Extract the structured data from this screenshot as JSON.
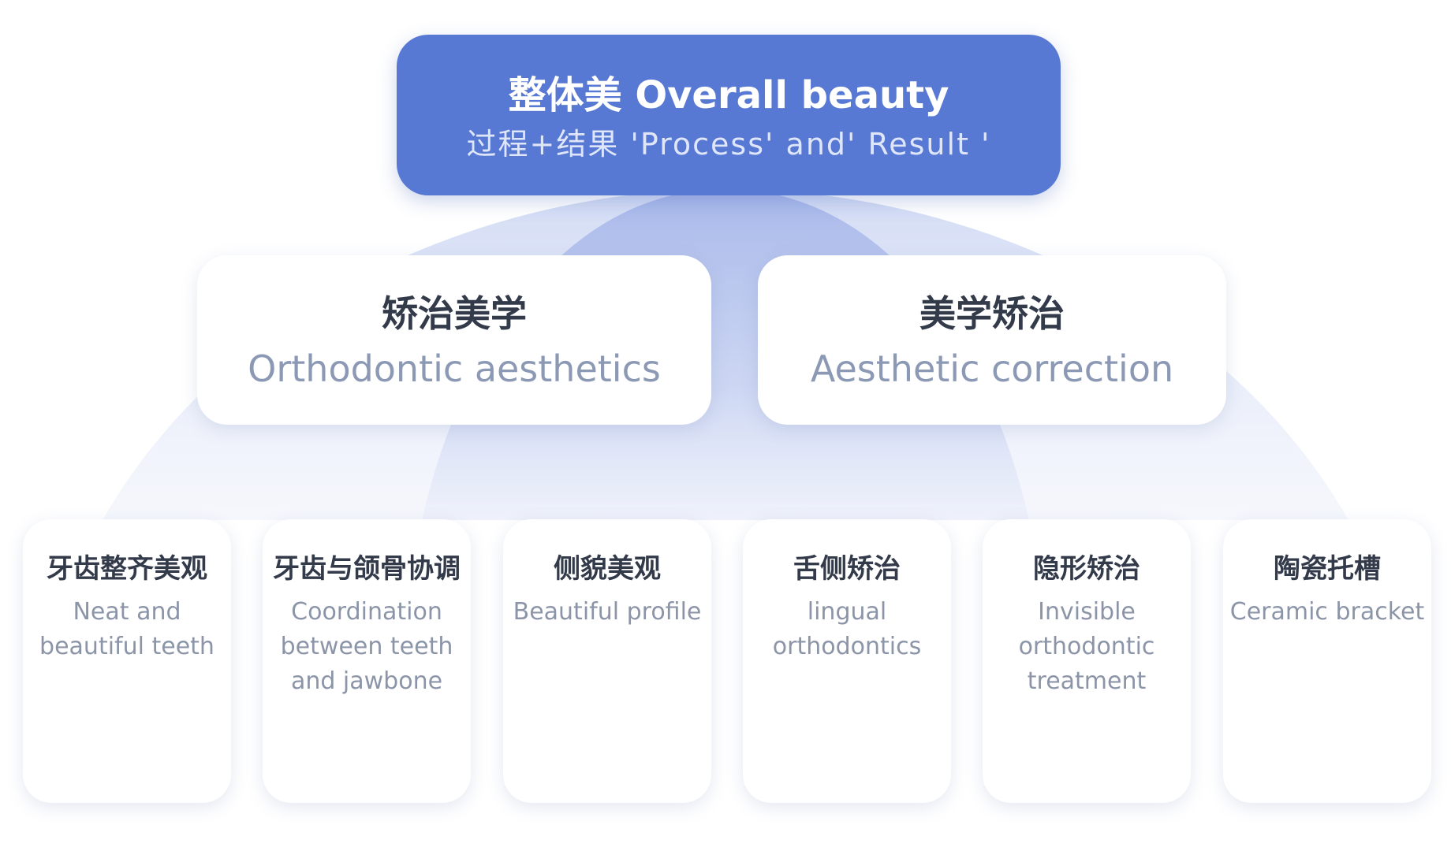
{
  "top": {
    "title": "整体美 Overall beauty",
    "subtitle": "过程+结果 'Process' and' Result '"
  },
  "middle": [
    {
      "zh": "矫治美学",
      "en": "Orthodontic aesthetics"
    },
    {
      "zh": "美学矫治",
      "en": "Aesthetic correction"
    }
  ],
  "leaves": [
    {
      "zh": "牙齿整齐美观",
      "en": "Neat and beautiful teeth"
    },
    {
      "zh": "牙齿与颌骨协调",
      "en": "Coordination between teeth and jawbone"
    },
    {
      "zh": "侧貌美观",
      "en": "Beautiful profile"
    },
    {
      "zh": "舌侧矫治",
      "en": "lingual orthodontics"
    },
    {
      "zh": "隐形矫治",
      "en": "Invisible orthodontic treatment"
    },
    {
      "zh": "陶瓷托槽",
      "en": "Ceramic bracket"
    }
  ],
  "colors": {
    "top_fill": "#5879d3",
    "arc_outer": "#e6ebfa",
    "arc_inner": "#b6c4ec",
    "title_text": "#333a4a",
    "english_text": "#8c99b5"
  }
}
